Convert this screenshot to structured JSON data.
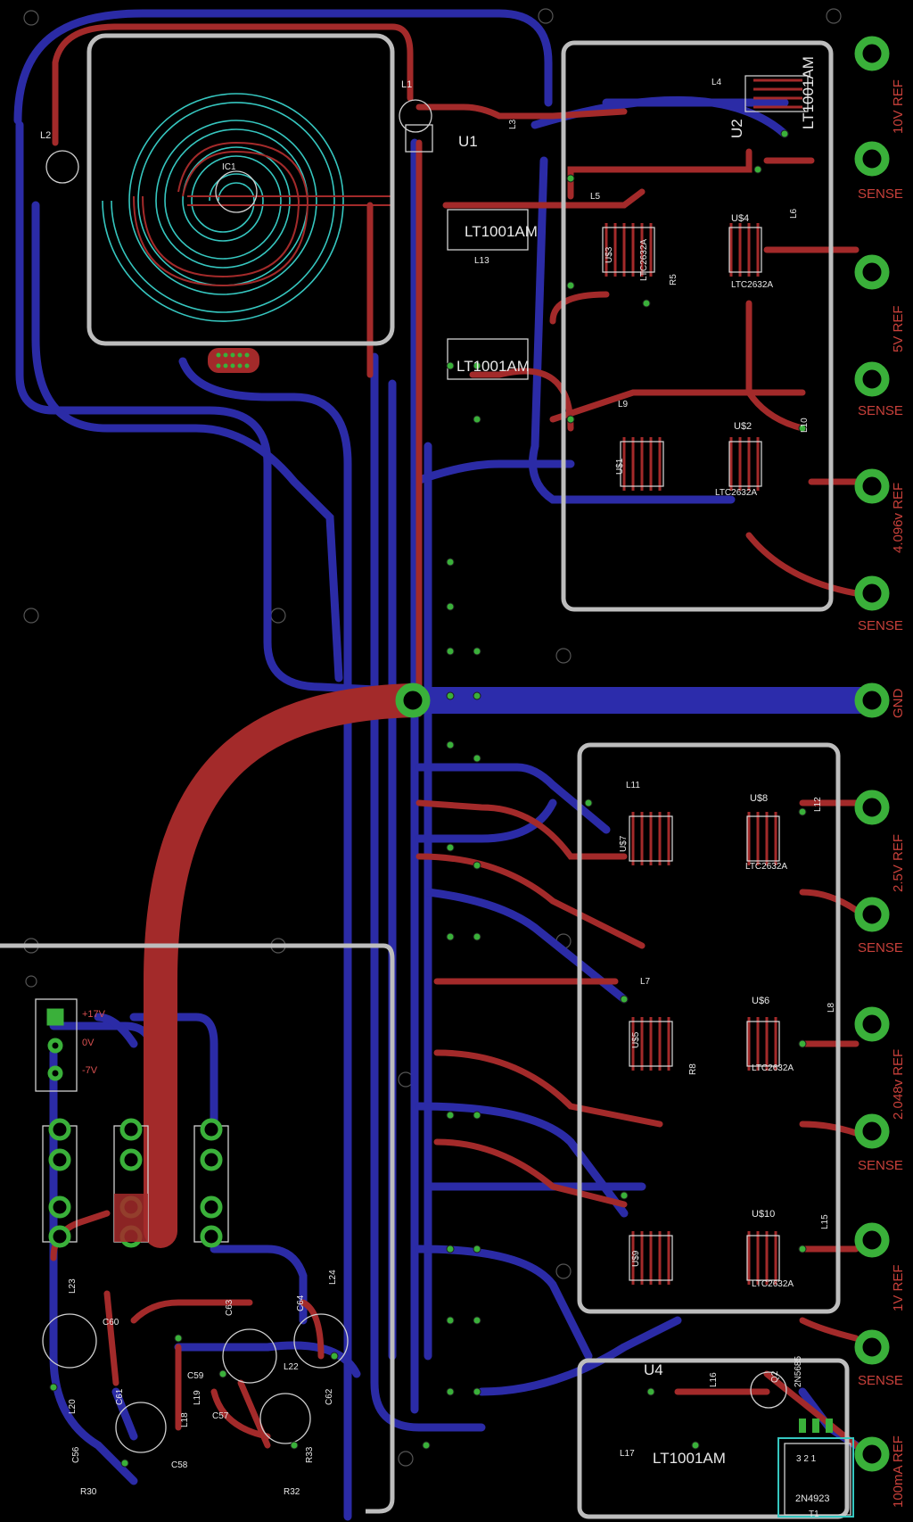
{
  "colors": {
    "background": "#000000",
    "top_copper": "#a32a2a",
    "bottom_copper": "#2a2aa8",
    "silkscreen": "#c8c8c8",
    "pad": "#3ab03a",
    "coil": "#36c7c0",
    "edge_text": "#c8403a"
  },
  "connectors": {
    "ref10v": "10V REF",
    "sense1": "SENSE",
    "ref5v": "5V REF",
    "sense2": "SENSE",
    "ref4096": "4.096v REF",
    "sense3": "SENSE",
    "gnd": "GND",
    "ref25": "2.5V REF",
    "sense4": "SENSE",
    "ref2048": "2.048v REF",
    "sense5": "SENSE",
    "ref1v": "1V REF",
    "sense6": "SENSE",
    "ref100ma": "100mA REF"
  },
  "supply": {
    "p17": "+17V",
    "zero": "0V",
    "m7": "-7V"
  },
  "parts": {
    "u1": "U1",
    "u2": "U2",
    "u4": "U4",
    "lt1001_a": "LT1001AM",
    "lt1001_b": "LT1001AM",
    "lt1001_c": "LT1001AM",
    "lt1001_d": "LT1001AM",
    "ltc_a": "LTC2632A",
    "ltc_b": "LTC2632A",
    "ltc_c": "LTC2632A",
    "ltc_d": "LTC2632A",
    "ltc_e": "LTC2632A",
    "ltc_side": "LTC2632A",
    "us4": "U$4",
    "us2": "U$2",
    "us8": "U$8",
    "us6": "U$6",
    "us10": "U$10",
    "us3": "U$3",
    "us1": "U$1",
    "us7": "U$7",
    "us5": "U$5",
    "us9": "U$9",
    "q2": "Q2",
    "q_part": "2N5685",
    "t_part": "2N4923",
    "t_pins": "3 2 1",
    "t1": "T1",
    "ic1": "IC1",
    "l1": "L1",
    "l2": "L2",
    "l3": "L3",
    "l4": "L4",
    "l5": "L5",
    "l6": "L6",
    "l7": "L7",
    "l8": "L8",
    "l9": "L9",
    "l10": "L10",
    "l11": "L11",
    "l12": "L12",
    "l13": "L13",
    "l15": "L15",
    "l16": "L16",
    "l17": "L17",
    "l18": "L18",
    "l19": "L19",
    "l20": "L20",
    "l22": "L22",
    "l23": "L23",
    "l24": "L24",
    "c60": "C60",
    "c61": "C61",
    "c63": "C63",
    "c64": "C64",
    "c59": "C59",
    "c57": "C57",
    "c58": "C58",
    "c56": "C56",
    "c62": "C62",
    "r30": "R30",
    "r32": "R32",
    "r33": "R33",
    "r5": "R5",
    "r8": "R8"
  }
}
